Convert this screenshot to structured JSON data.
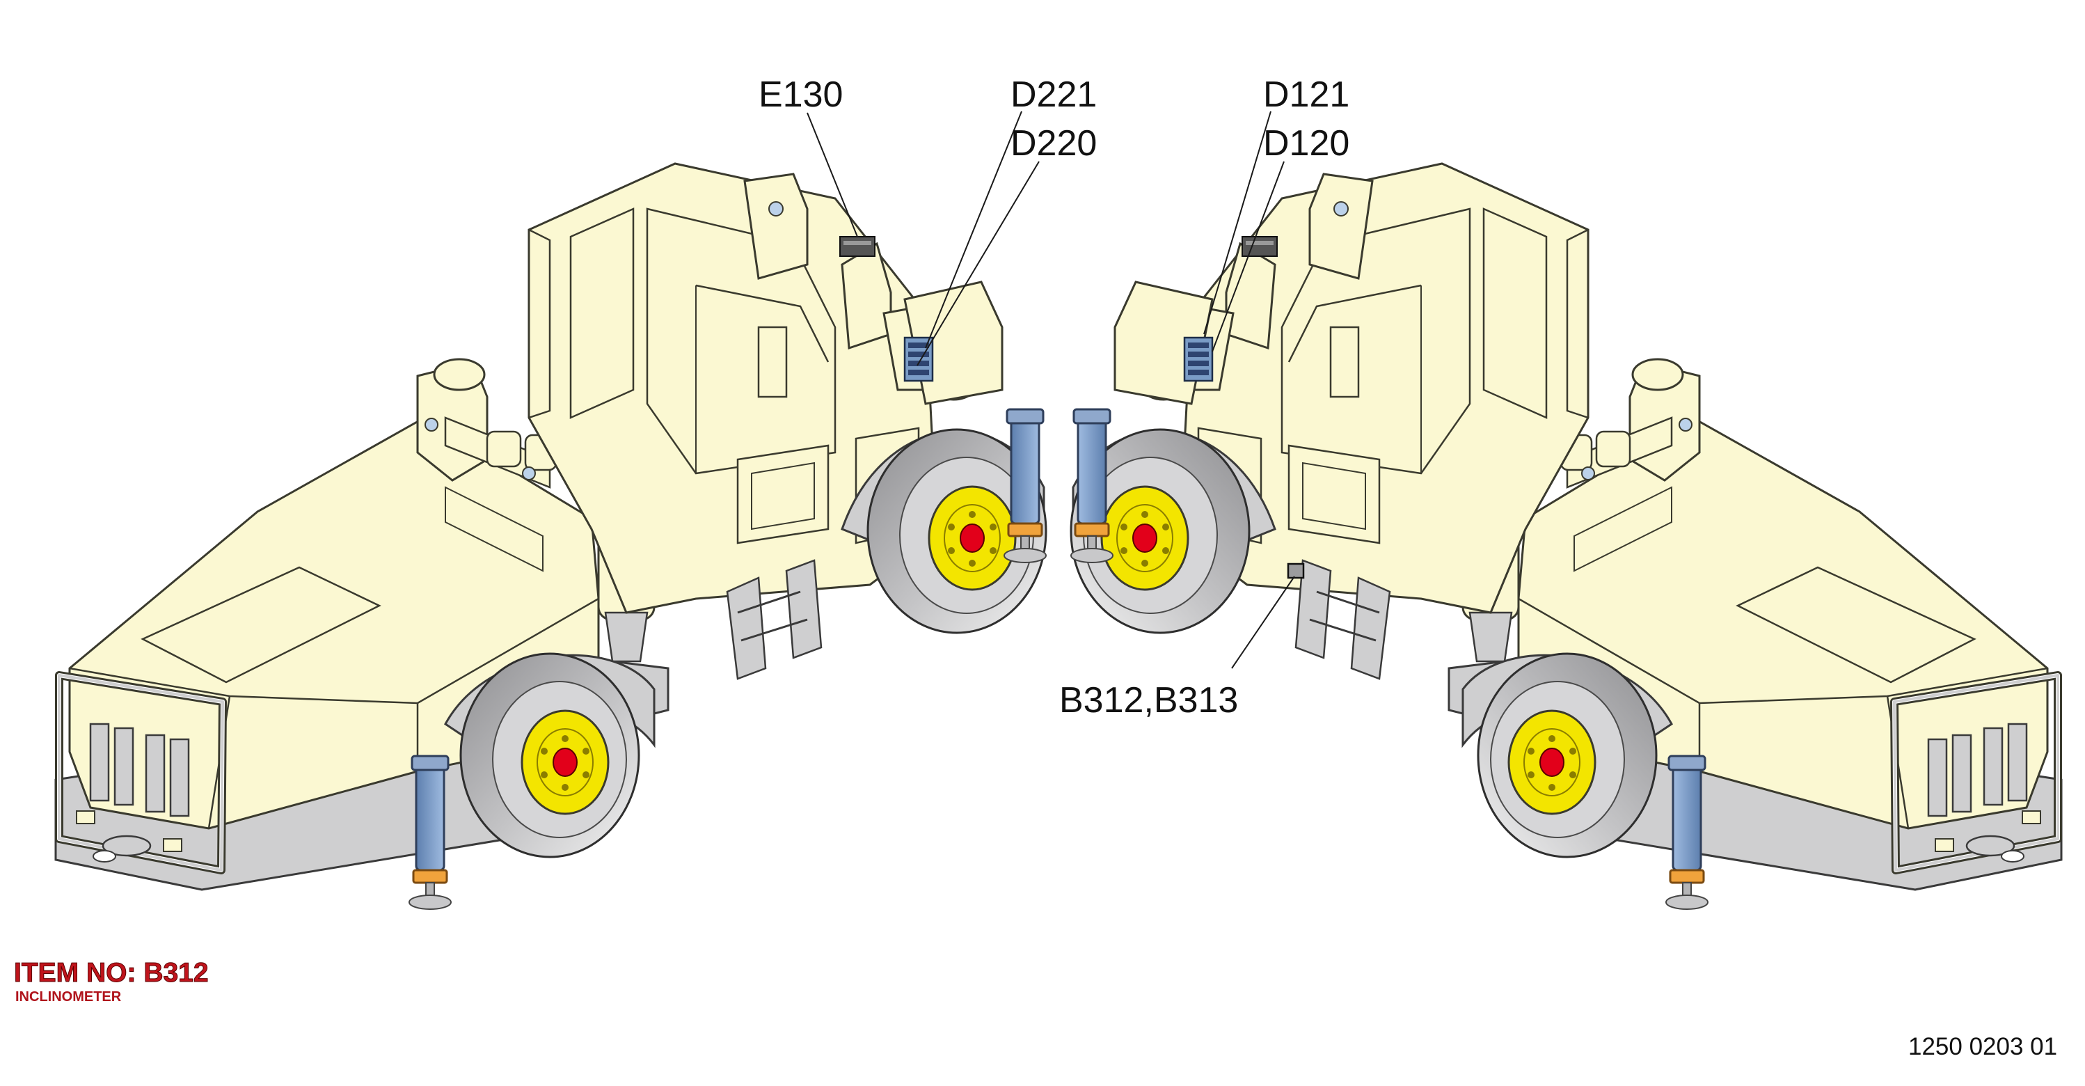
{
  "callouts": {
    "e130": "E130",
    "d221": "D221",
    "d220": "D220",
    "d121": "D121",
    "d120": "D120",
    "b312_b313": "B312,B313"
  },
  "item": {
    "label": "ITEM NO: B312",
    "description": "INCLINOMETER"
  },
  "drawing_number": "1250 0203 01",
  "colors": {
    "body": "#fbf8d2",
    "outline": "#3a3a2e",
    "chassis": "#cfcfd0",
    "tyre": "#b9b9bb",
    "rim": "#f3e500",
    "hub": "#e2001a",
    "jack": "#7a9cc6",
    "jack_base": "#f0a33c",
    "item_text": "#c0141c"
  }
}
